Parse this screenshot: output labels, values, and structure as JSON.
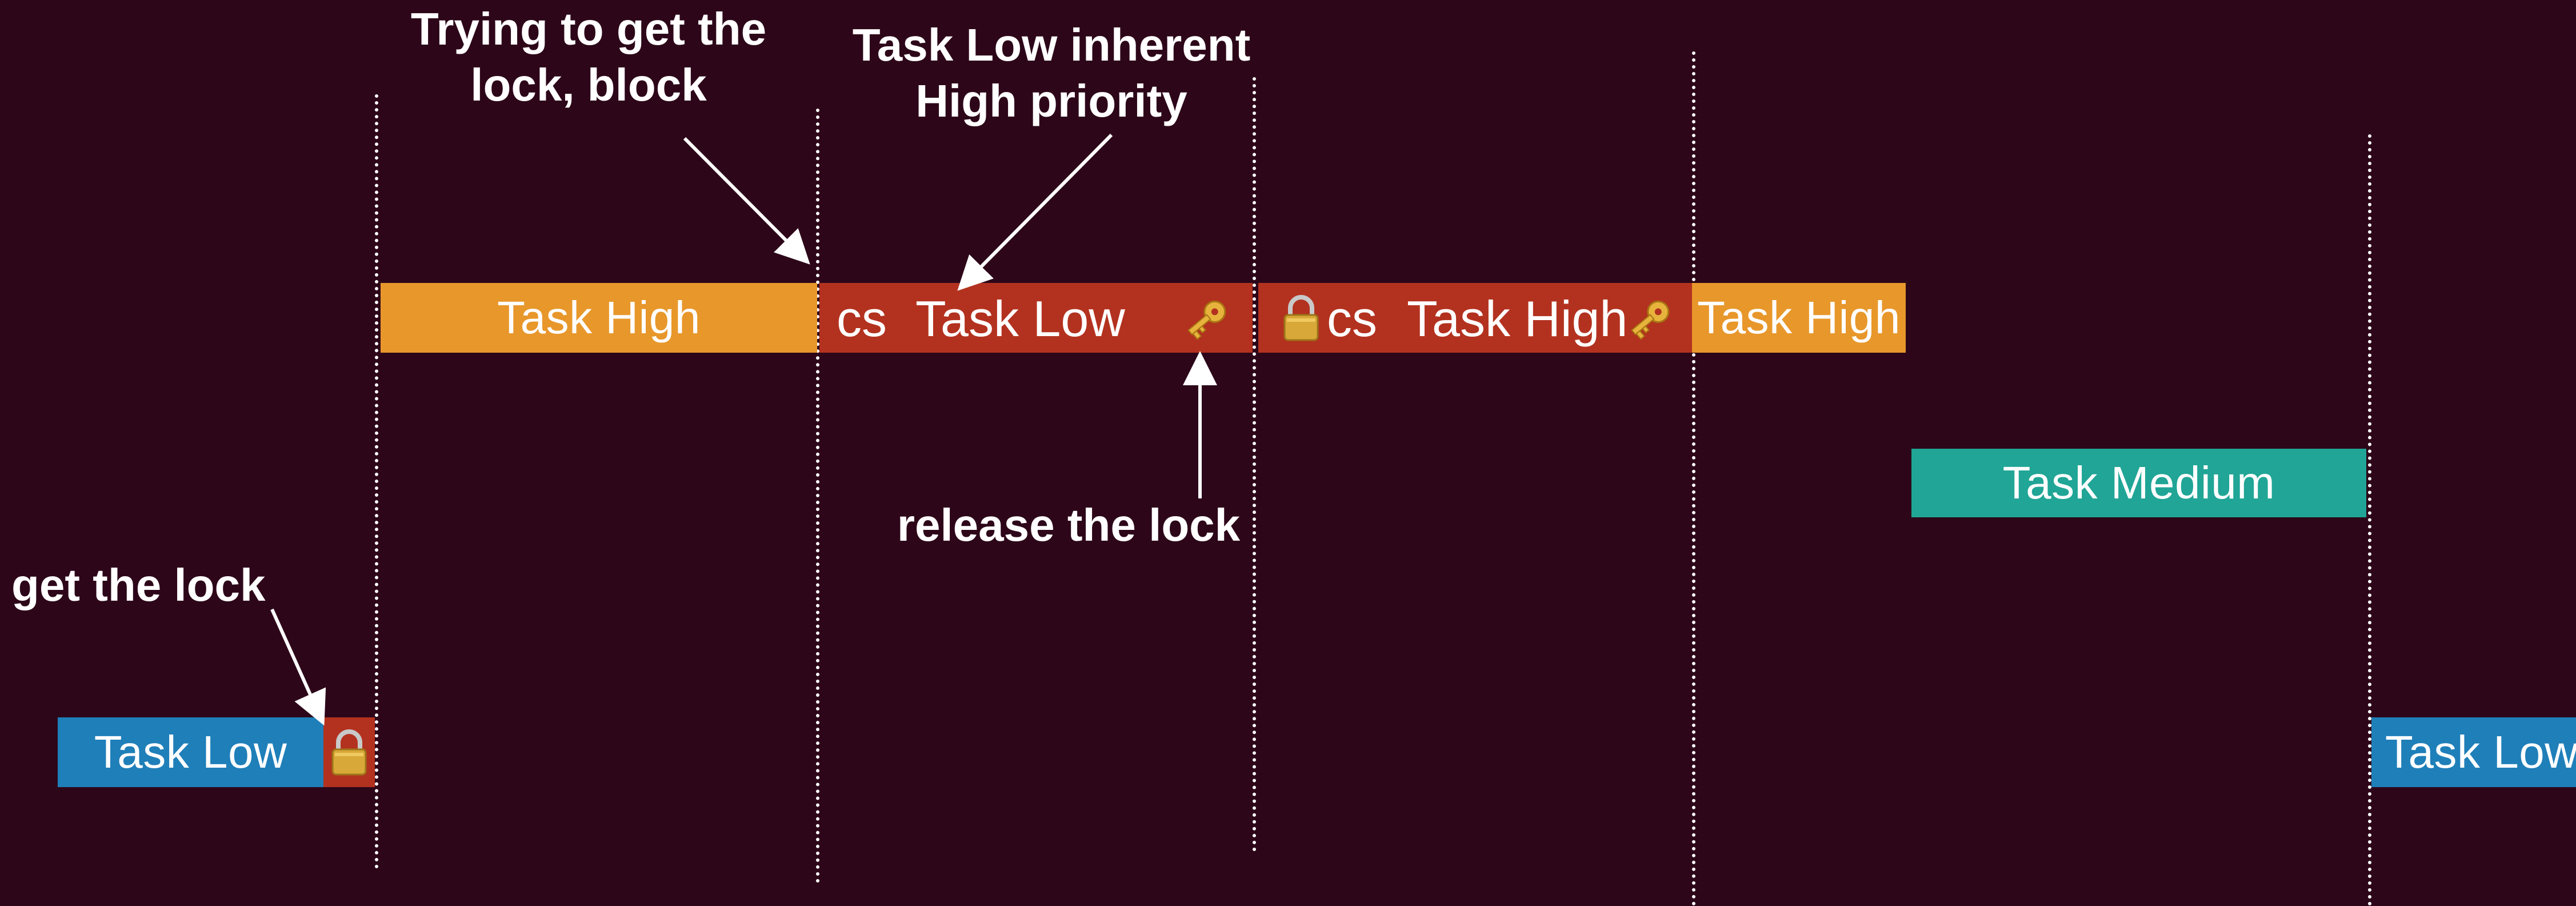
{
  "colors": {
    "background": "#2d0719",
    "task_high": "#e8972b",
    "task_low_blue": "#1f7fb9",
    "critical_section_red": "#b3321f",
    "task_medium": "#20a596",
    "lock_gold": "#d8a838",
    "text": "#ffffff"
  },
  "annotations": {
    "trying_lock_line1": "Trying to get the",
    "trying_lock_line2": "lock, block",
    "inherit_line1": "Task Low inherent",
    "inherit_line2": "High priority",
    "release": "release the lock",
    "get_lock": "get the lock"
  },
  "bars": {
    "high_1": "Task High",
    "low_cs_prefix": "cs",
    "low_cs_label": "Task Low",
    "high_cs_prefix": "cs",
    "high_cs_label": "Task High",
    "high_2": "Task High",
    "medium": "Task Medium",
    "low_start": "Task Low",
    "low_end": "Task Low"
  },
  "icons": {
    "lock": "padlock-icon",
    "key": "key-icon"
  }
}
